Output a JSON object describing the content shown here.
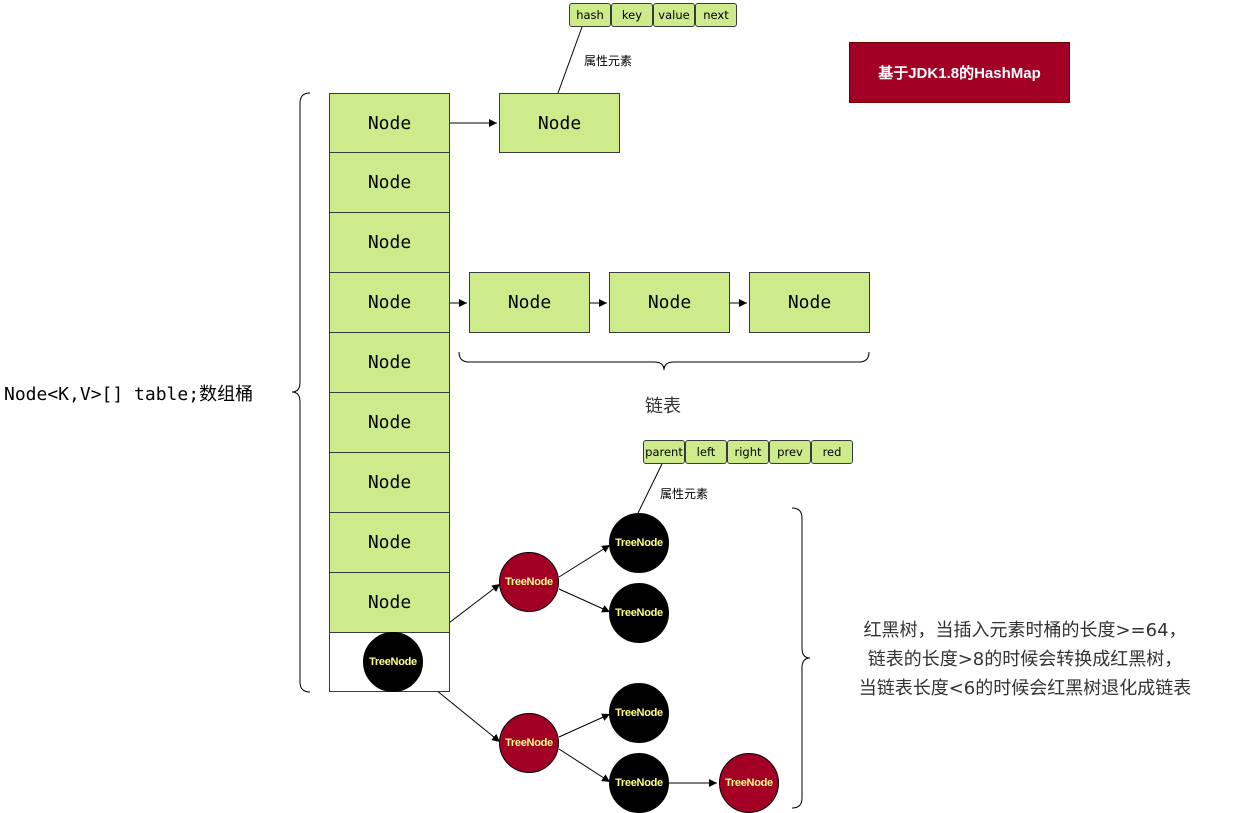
{
  "title": "基于JDK1.8的HashMap",
  "table_label": "Node<K,V>[] table;数组桶",
  "bucket_labels": [
    "Node",
    "Node",
    "Node",
    "Node",
    "Node",
    "Node",
    "Node",
    "Node",
    "Node"
  ],
  "bucket_treenode": "TreeNode",
  "top_node": "Node",
  "node_attributes": [
    "hash",
    "key",
    "value",
    "next"
  ],
  "node_attributes_label": "属性元素",
  "linked_list": [
    "Node",
    "Node",
    "Node"
  ],
  "linked_list_label": "链表",
  "treenode_attributes": [
    "parent",
    "left",
    "right",
    "prev",
    "red"
  ],
  "treenode_attributes_label": "属性元素",
  "tree": {
    "root": "TreeNode",
    "upper_red": "TreeNode",
    "upper_black_1": "TreeNode",
    "upper_black_2": "TreeNode",
    "lower_red": "TreeNode",
    "lower_black_1": "TreeNode",
    "lower_black_2": "TreeNode",
    "lower_red_leaf": "TreeNode"
  },
  "tree_description": [
    "红黑树，当插入元素时桶的长度>=64，",
    "链表的长度>8的时候会转换成红黑树，",
    "当链表长度<6的时候会红黑树退化成链表"
  ],
  "colors": {
    "node_fill": "#cdeb8b",
    "red_node": "#a20025",
    "black_node": "#000000",
    "tree_text": "#ffff88"
  }
}
